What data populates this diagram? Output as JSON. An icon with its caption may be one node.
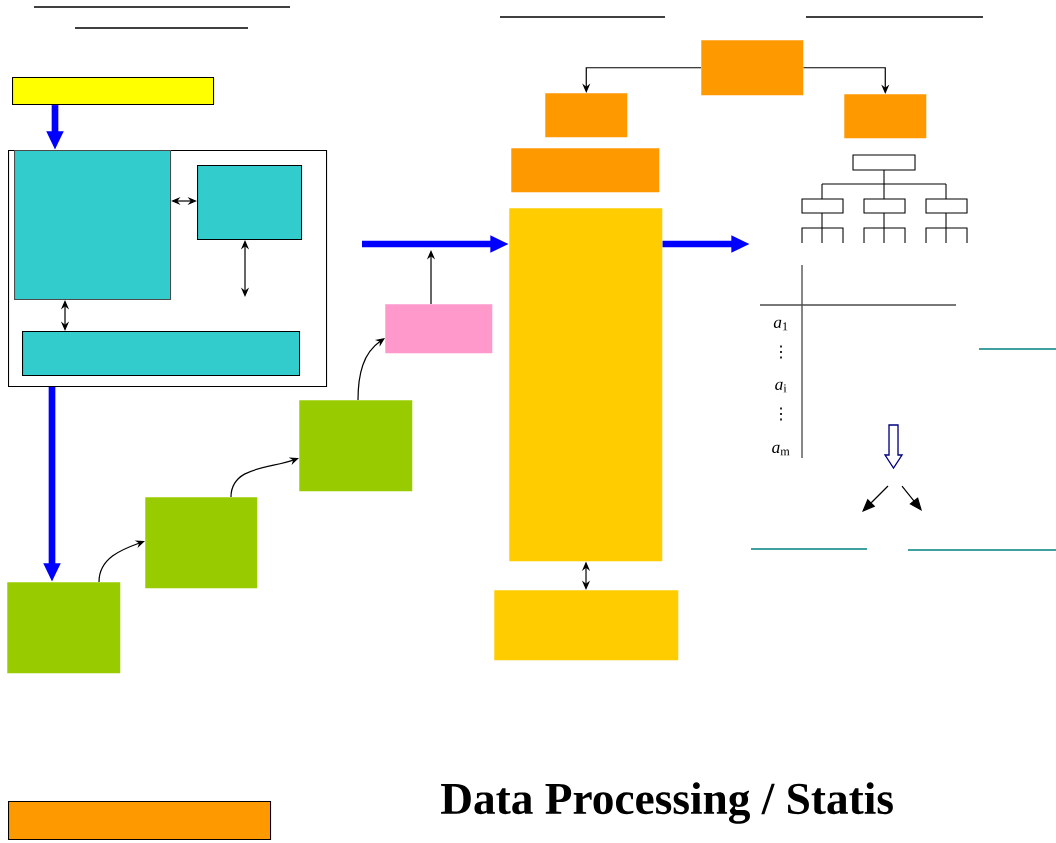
{
  "diagram": {
    "title": "Data Processing / Statis",
    "nodes": [
      {
        "text": [],
        "shape": "box"
      },
      {
        "text": [],
        "shape": "box"
      },
      {
        "text": [],
        "shape": "box",
        "in": 1
      },
      {
        "text": [],
        "shape": "box",
        "in": 1
      },
      {
        "text": [],
        "shape": "box",
        "in": 1
      },
      {
        "text": [],
        "shape": "box"
      },
      {
        "text": [],
        "shape": "box"
      },
      {
        "text": [],
        "shape": "box"
      },
      {
        "text": [],
        "shape": "box"
      },
      {
        "text": [],
        "shape": "box"
      },
      {
        "text": [],
        "shape": "box"
      },
      {
        "text": [],
        "shape": "box"
      },
      {
        "text": [],
        "shape": "box"
      },
      {
        "text": [],
        "shape": "box"
      },
      {
        "text": [],
        "shape": "box"
      },
      {
        "text": [],
        "shape": "box"
      }
    ],
    "edges": [
      {
        "from": 0,
        "to": 1,
        "arrow": "to",
        "style": "thick",
        "color": "#0000ff"
      },
      {
        "from": 1,
        "to": 5,
        "arrow": "to",
        "style": "thick",
        "color": "#0000ff"
      },
      {
        "from": 2,
        "to": 3,
        "arrow": "both"
      },
      {
        "from": 3,
        "to": null,
        "arrow": "both"
      },
      {
        "from": 2,
        "to": 4,
        "arrow": "both"
      },
      {
        "from": 5,
        "to": 6,
        "arrow": "to"
      },
      {
        "from": 6,
        "to": 7,
        "arrow": "to"
      },
      {
        "from": 7,
        "to": 8,
        "arrow": "to"
      },
      {
        "from": 8,
        "to": null,
        "arrow": "to"
      },
      {
        "from": null,
        "to": 13,
        "arrow": "to",
        "style": "thick",
        "color": "#0000ff"
      },
      {
        "from": 13,
        "to": null,
        "arrow": "to",
        "style": "thick",
        "color": "#0000ff"
      },
      {
        "from": 9,
        "to": 10,
        "arrow": "to"
      },
      {
        "from": 9,
        "to": 11,
        "arrow": "to"
      },
      {
        "from": 13,
        "to": 14,
        "arrow": "both"
      }
    ],
    "labels": [
      "*a*$_{1}$",
      "⋮",
      "*a*$_{i}$",
      "⋮",
      "*a*$_{m}$"
    ]
  }
}
